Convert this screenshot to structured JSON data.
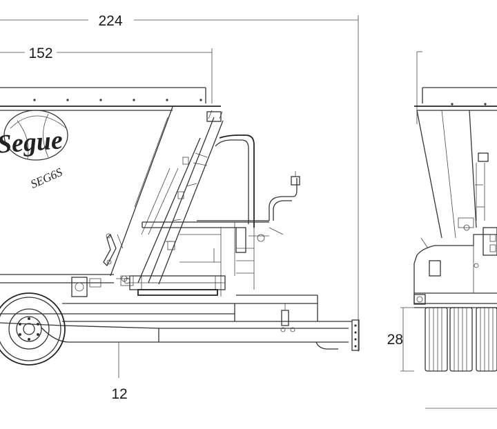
{
  "dimensions": {
    "overall_length": "224",
    "body_length": "152",
    "ground_clearance": "12",
    "tire_width": "28"
  },
  "logo": {
    "brand": "Segue",
    "model": "SEG6S"
  }
}
